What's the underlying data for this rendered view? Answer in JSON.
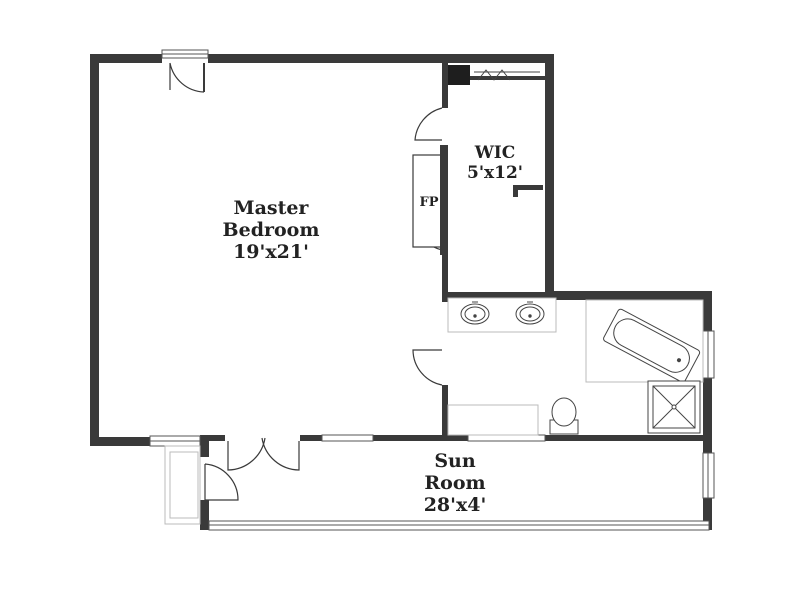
{
  "rooms": {
    "master_bedroom": {
      "name_line1": "Master",
      "name_line2": "Bedroom",
      "dims": "19'x21'"
    },
    "wic": {
      "name": "WIC",
      "dims": "5'x12'"
    },
    "fireplace": {
      "name": "FP"
    },
    "sun_room": {
      "name_line1": "Sun",
      "name_line2": "Room",
      "dims": "28'x4'"
    }
  },
  "colors": {
    "wall": "#3a3a3a",
    "fixture_line": "#444444",
    "light_line": "#bbbbbb",
    "background": "#ffffff"
  }
}
